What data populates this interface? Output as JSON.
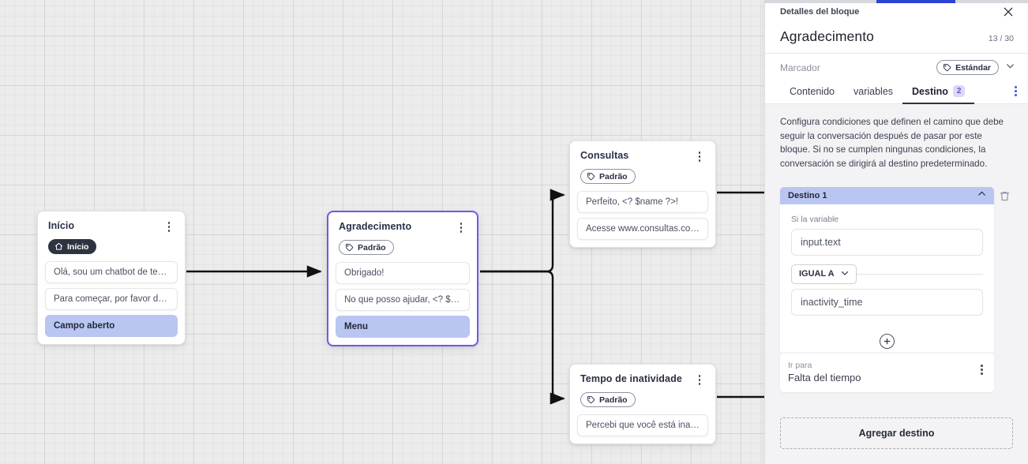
{
  "canvas": {
    "nodes": [
      {
        "id": "inicio",
        "title": "Início",
        "tag": "Início",
        "tag_icon": "home-icon",
        "tag_style": "dark",
        "messages": [
          {
            "text": "Olá, sou um chatbot de teste!",
            "highlight": false
          },
          {
            "text": "Para começar, por favor digite o ...",
            "highlight": false
          },
          {
            "text": "Campo aberto",
            "highlight": true
          }
        ]
      },
      {
        "id": "agradecimento",
        "title": "Agradecimento",
        "tag": "Padrão",
        "tag_icon": "tag-icon",
        "tag_style": "outline",
        "selected": true,
        "messages": [
          {
            "text": "Obrigado!",
            "highlight": false
          },
          {
            "text": "No que posso ajudar, <? $name ...",
            "highlight": false
          },
          {
            "text": "Menu",
            "highlight": true
          }
        ]
      },
      {
        "id": "consultas",
        "title": "Consultas",
        "tag": "Padrão",
        "tag_icon": "tag-icon",
        "tag_style": "outline",
        "messages": [
          {
            "text": "Perfeito, <? $name ?>!",
            "highlight": false
          },
          {
            "text": "Acesse www.consultas.com par...",
            "highlight": false
          }
        ]
      },
      {
        "id": "inatividade",
        "title": "Tempo de inatividade",
        "tag": "Padrão",
        "tag_icon": "tag-icon",
        "tag_style": "outline",
        "messages": [
          {
            "text": "Percebi que você está inativo. C...",
            "highlight": false
          }
        ]
      }
    ]
  },
  "panel": {
    "header_label": "Detalles del bloque",
    "close_icon": "close-icon",
    "title": "Agradecimento",
    "counter": "13 / 30",
    "marker_label": "Marcador",
    "marker_value": "Estándar",
    "marker_icon": "tag-icon",
    "marker_chevron": "chevron-down-icon",
    "tabs": [
      {
        "label": "Contenido",
        "active": false,
        "count": ""
      },
      {
        "label": "variables",
        "active": false,
        "count": ""
      },
      {
        "label": "Destino",
        "active": true,
        "count": "2"
      }
    ],
    "tabs_kebab_icon": "more-vertical-icon",
    "description": "Configura condiciones que definen el camino que debe seguir la conversación después de pasar por este bloque. Si no se cumplen ningunas condiciones, la conversación se dirigirá al destino predeterminado.",
    "destination": {
      "header": "Destino 1",
      "collapse_icon": "chevron-up-icon",
      "delete_icon": "trash-icon",
      "variable_label": "Si la variable",
      "variable_value": "input.text",
      "operator": "IGUAL A",
      "operator_chevron": "chevron-down-icon",
      "compare_value": "inactivity_time",
      "add_condition_icon": "plus-circle-icon"
    },
    "goto": {
      "label": "Ir para",
      "value": "Falta del tiempo",
      "kebab_icon": "more-vertical-icon"
    },
    "add_destination_label": "Agregar destino"
  },
  "colors": {
    "accent_purple": "#6c5ce7",
    "highlight_blue": "#b9c6f2",
    "progress_blue": "#2b44d4",
    "canvas_bg": "#ececec"
  }
}
